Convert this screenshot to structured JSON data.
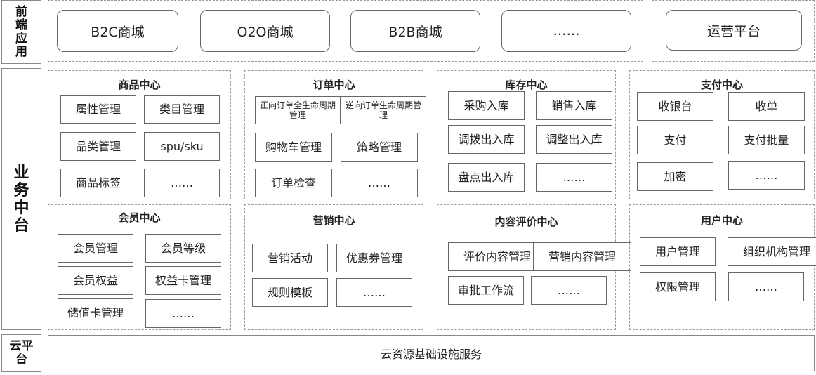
{
  "rows": {
    "front": "前端应用",
    "middle": "业务中台",
    "cloud": "云平台"
  },
  "front_apps": [
    "B2C商城",
    "O2O商城",
    "B2B商城",
    "……",
    "运营平台"
  ],
  "centers": [
    {
      "title": "商品中心",
      "items": [
        "属性管理",
        "类目管理",
        "品类管理",
        "spu/sku",
        "商品标签",
        "……"
      ]
    },
    {
      "title": "订单中心",
      "items": [
        "正向订单全生命周期管理",
        "逆向订单生命周期管理",
        "购物车管理",
        "策略管理",
        "订单检查",
        "……"
      ]
    },
    {
      "title": "库存中心",
      "items": [
        "采购入库",
        "销售入库",
        "调拨出入库",
        "调整出入库",
        "盘点出入库",
        "……"
      ]
    },
    {
      "title": "支付中心",
      "items": [
        "收银台",
        "收单",
        "支付",
        "支付批量",
        "加密",
        "……"
      ]
    },
    {
      "title": "会员中心",
      "items": [
        "会员管理",
        "会员等级",
        "会员权益",
        "权益卡管理",
        "储值卡管理",
        "……"
      ]
    },
    {
      "title": "营销中心",
      "items": [
        "营销活动",
        "优惠券管理",
        "规则模板",
        "……"
      ]
    },
    {
      "title": "内容评价中心",
      "items": [
        "评价内容管理",
        "营销内容管理",
        "审批工作流",
        "……"
      ]
    },
    {
      "title": "用户中心",
      "items": [
        "用户管理",
        "组织机构管理",
        "权限管理",
        "……"
      ]
    }
  ],
  "cloud_service": "云资源基础设施服务"
}
